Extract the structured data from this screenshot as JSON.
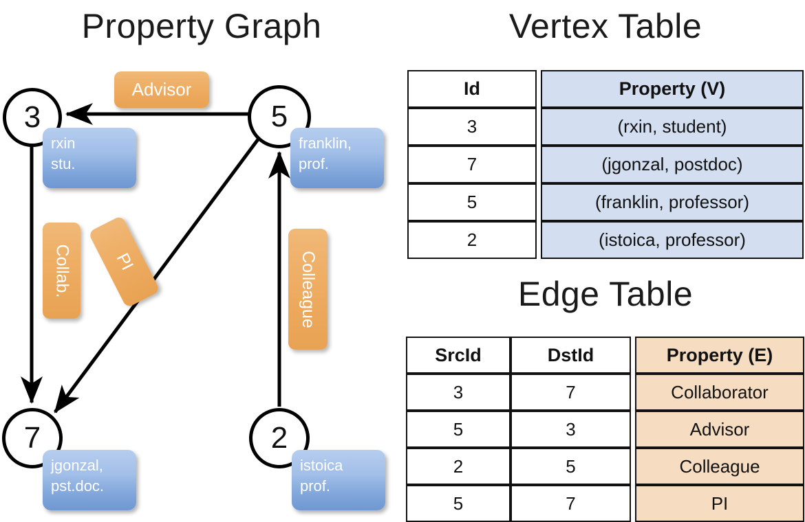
{
  "titles": {
    "property_graph": "Property Graph",
    "vertex_table": "Vertex Table",
    "edge_table": "Edge Table"
  },
  "graph": {
    "nodes": [
      {
        "id": "3",
        "property": "rxin\nstu."
      },
      {
        "id": "5",
        "property": "franklin,\nprof."
      },
      {
        "id": "7",
        "property": "jgonzal,\npst.doc."
      },
      {
        "id": "2",
        "property": "istoica\nprof."
      }
    ],
    "node_labels": {
      "n3": "3",
      "n5": "5",
      "n7": "7",
      "n2": "2"
    },
    "property_boxes": {
      "rxin_line1": "rxin",
      "rxin_line2": "stu.",
      "franklin_line1": "franklin,",
      "franklin_line2": "prof.",
      "jgonzal_line1": "jgonzal,",
      "jgonzal_line2": "pst.doc.",
      "istoica_line1": "istoica",
      "istoica_line2": "prof."
    },
    "edge_labels": {
      "advisor": "Advisor",
      "collab": "Collab.",
      "pi": "PI",
      "colleague": "Colleague"
    },
    "colors": {
      "node_stroke": "#000000",
      "vertex_property_fill": "#8fb0e0",
      "edge_label_fill": "#eead63",
      "edge_line": "#000000"
    }
  },
  "vertex_table": {
    "headers": [
      "Id",
      "Property (V)"
    ],
    "rows": [
      {
        "id": "3",
        "property": "(rxin, student)"
      },
      {
        "id": "7",
        "property": "(jgonzal, postdoc)"
      },
      {
        "id": "5",
        "property": "(franklin, professor)"
      },
      {
        "id": "2",
        "property": "(istoica, professor)"
      }
    ],
    "property_fill": "#d3dff0"
  },
  "edge_table": {
    "headers": [
      "SrcId",
      "DstId",
      "Property (E)"
    ],
    "rows": [
      {
        "src": "3",
        "dst": "7",
        "property": "Collaborator"
      },
      {
        "src": "5",
        "dst": "3",
        "property": "Advisor"
      },
      {
        "src": "2",
        "dst": "5",
        "property": "Colleague"
      },
      {
        "src": "5",
        "dst": "7",
        "property": "PI"
      }
    ],
    "property_fill": "#f6ddc2"
  }
}
